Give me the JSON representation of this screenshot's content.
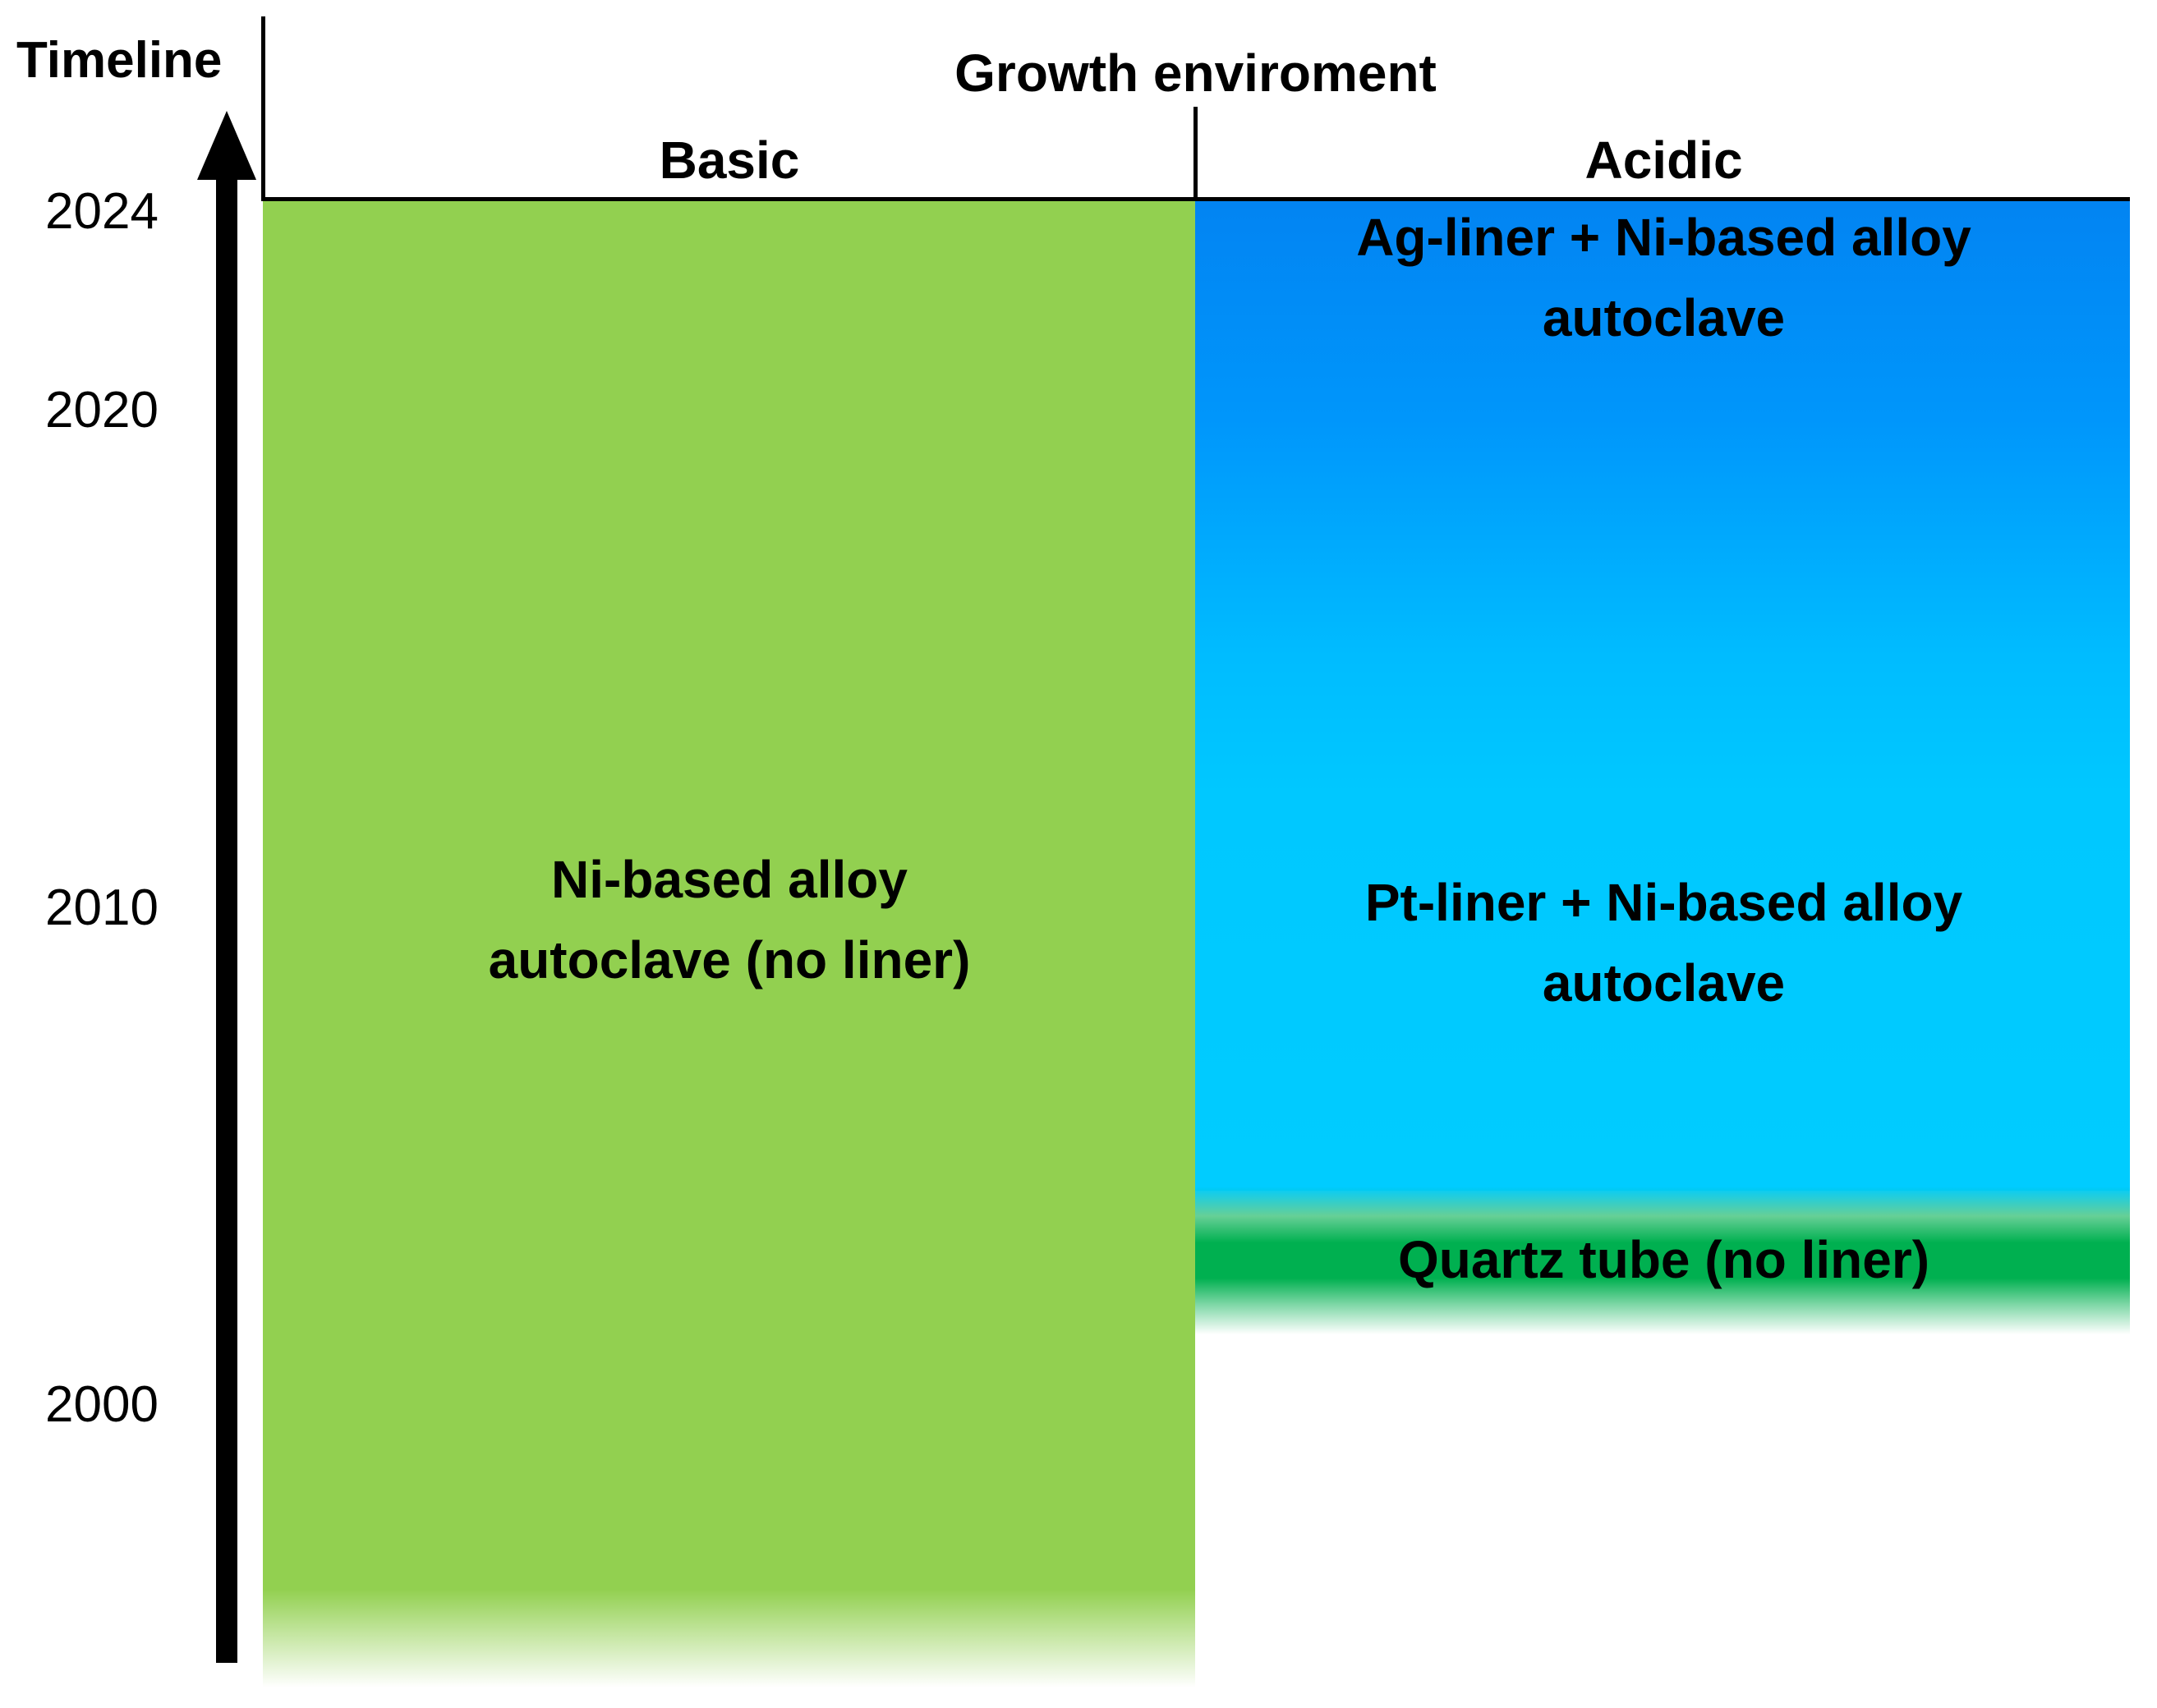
{
  "timeline": {
    "label": "Timeline",
    "years": [
      "2024",
      "2020",
      "2010",
      "2000"
    ]
  },
  "header": {
    "title": "Growth  enviroment",
    "columns": [
      "Basic",
      "Acidic"
    ]
  },
  "regions": {
    "basic": {
      "line1": "Ni-based alloy",
      "line2": "autoclave (no liner)",
      "color": "#92d050"
    },
    "acidic_ag": {
      "line1": "Ag-liner +  Ni-based alloy",
      "line2": "autoclave",
      "color": "#0096fb"
    },
    "acidic_pt": {
      "line1": "Pt-liner +  Ni-based alloy",
      "line2": "autoclave",
      "color": "#00ccff"
    },
    "acidic_quartz": {
      "line1": "Quartz tube (no liner)",
      "color": "#00b050"
    }
  }
}
